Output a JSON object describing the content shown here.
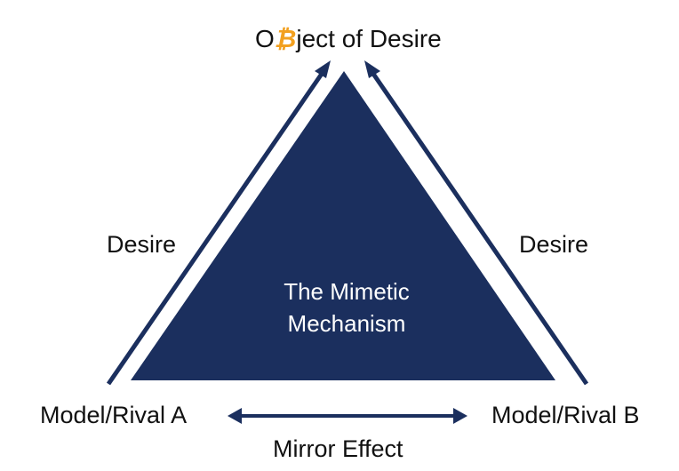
{
  "diagram": {
    "object": {
      "prefix": "O",
      "symbol": "₿",
      "suffix": "ject of Desire"
    },
    "center": {
      "line1": "The Mimetic",
      "line2": "Mechanism"
    },
    "left_edge_label": "Desire",
    "right_edge_label": "Desire",
    "node_left": "Model/Rival A",
    "node_right": "Model/Rival B",
    "bottom_label": "Mirror Effect",
    "colors": {
      "triangle_fill": "#1b2f5e",
      "arrow": "#1b2f5e",
      "bitcoin": "#f2a01f",
      "text": "#111111"
    },
    "icons": {
      "object_symbol": "bitcoin-symbol-icon"
    }
  }
}
